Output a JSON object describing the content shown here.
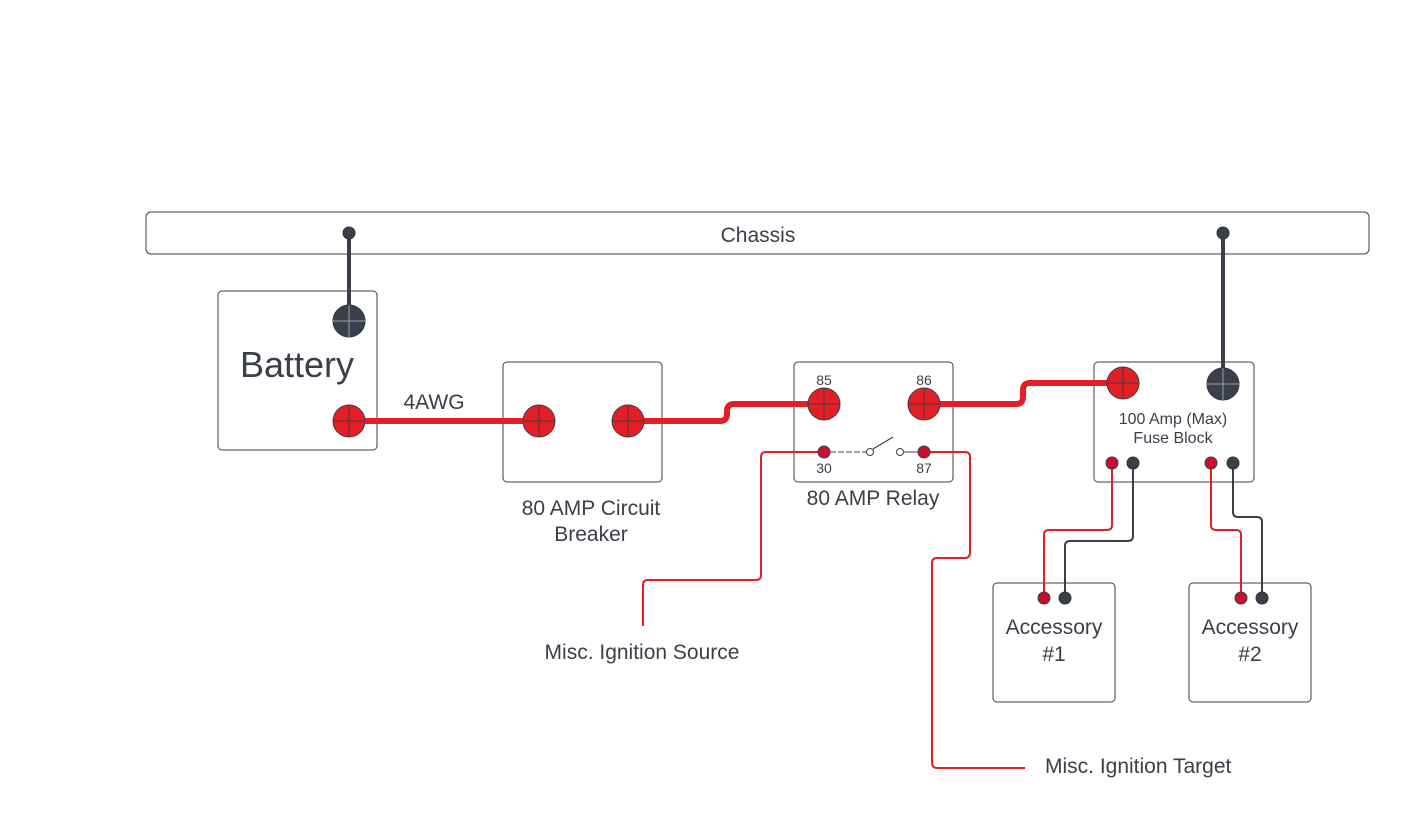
{
  "chassis": {
    "label": "Chassis"
  },
  "battery": {
    "label": "Battery"
  },
  "wire_gauge": {
    "label": "4AWG"
  },
  "circuit_breaker": {
    "label_line1": "80 AMP Circuit",
    "label_line2": "Breaker"
  },
  "relay": {
    "label": "80 AMP Relay",
    "pins": {
      "p85": "85",
      "p86": "86",
      "p30": "30",
      "p87": "87"
    }
  },
  "fuse_block": {
    "label_line1": "100 Amp (Max)",
    "label_line2": "Fuse Block"
  },
  "accessory_1": {
    "label_line1": "Accessory",
    "label_line2": "#1"
  },
  "accessory_2": {
    "label_line1": "Accessory",
    "label_line2": "#2"
  },
  "ignition_source": {
    "label": "Misc. Ignition Source"
  },
  "ignition_target": {
    "label": "Misc. Ignition Target"
  },
  "colors": {
    "positive": "#e51d24",
    "ground": "#3a3f4a"
  }
}
